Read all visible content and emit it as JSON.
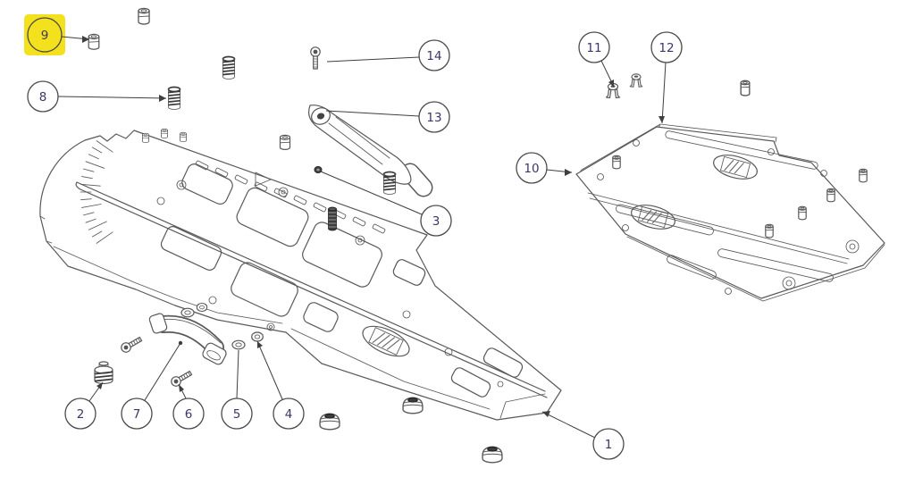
{
  "diagram": {
    "type": "exploded-parts-diagram",
    "callouts": [
      {
        "label": "1",
        "highlighted": false
      },
      {
        "label": "2",
        "highlighted": false
      },
      {
        "label": "3",
        "highlighted": false
      },
      {
        "label": "4",
        "highlighted": false
      },
      {
        "label": "5",
        "highlighted": false
      },
      {
        "label": "6",
        "highlighted": false
      },
      {
        "label": "7",
        "highlighted": false
      },
      {
        "label": "8",
        "highlighted": false
      },
      {
        "label": "9",
        "highlighted": true
      },
      {
        "label": "10",
        "highlighted": false
      },
      {
        "label": "11",
        "highlighted": false
      },
      {
        "label": "12",
        "highlighted": false
      },
      {
        "label": "13",
        "highlighted": false
      },
      {
        "label": "14",
        "highlighted": false
      }
    ],
    "colors": {
      "highlight": "#f3e11d",
      "background": "#ffffff",
      "part_line": "#58595b",
      "leader_line": "#3f3f3f",
      "callout_text": "#3c3668",
      "callout_border": "#4a4a4a",
      "callout_fill": "#ffffff"
    }
  }
}
